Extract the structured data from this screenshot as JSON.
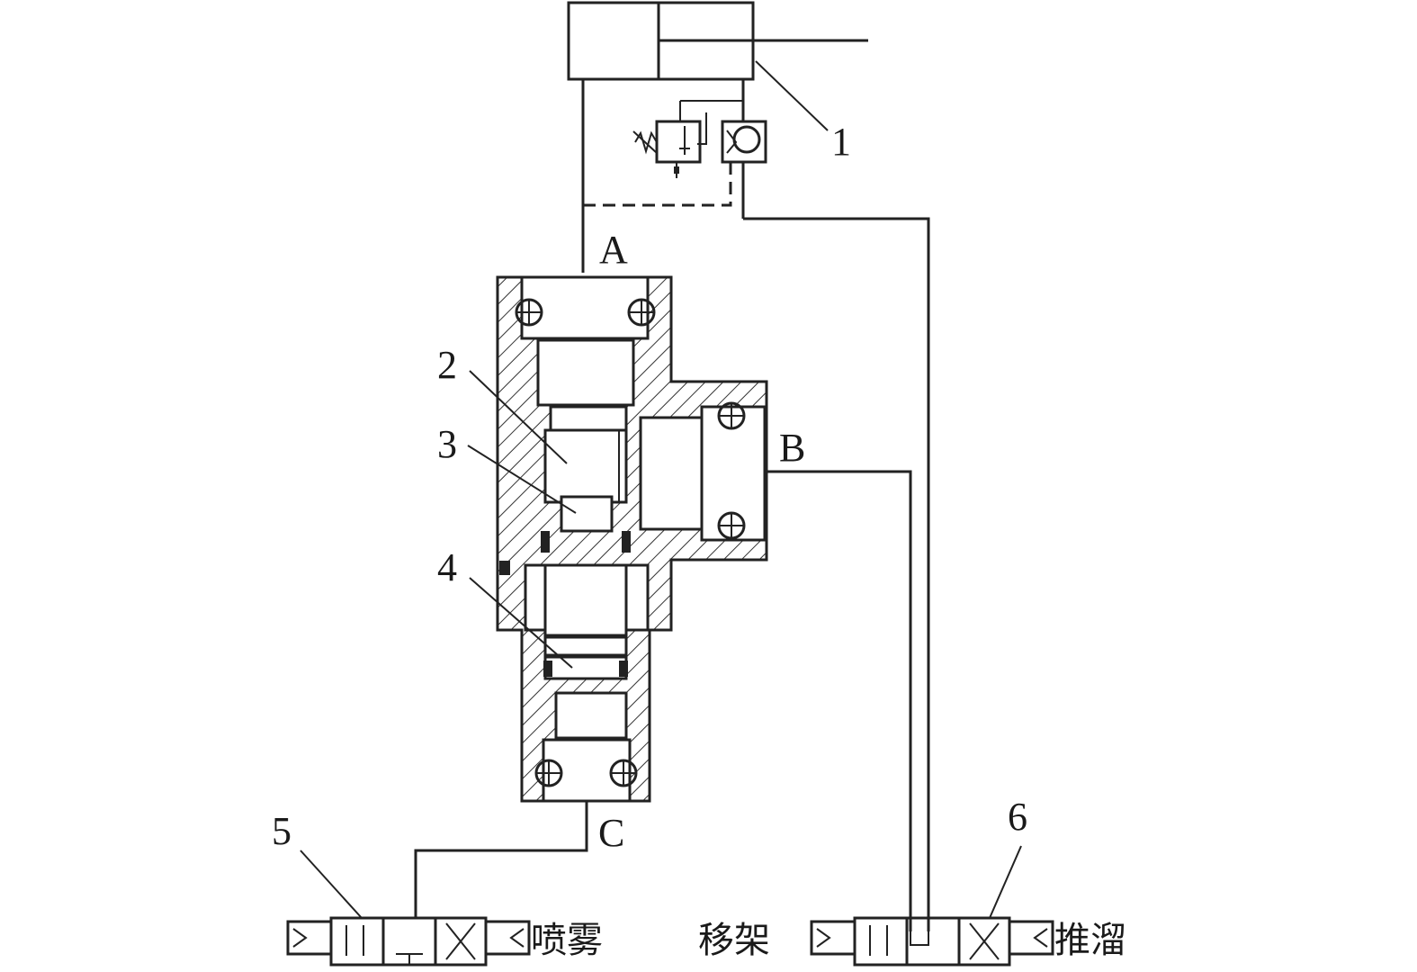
{
  "labels": {
    "port_a": "A",
    "port_b": "B",
    "port_c": "C",
    "part_1": "1",
    "part_2": "2",
    "part_3": "3",
    "part_4": "4",
    "part_5": "5",
    "part_6": "6"
  },
  "valve_labels": {
    "spray": "喷雾",
    "move_support": "移架",
    "push_slide": "推溜"
  }
}
